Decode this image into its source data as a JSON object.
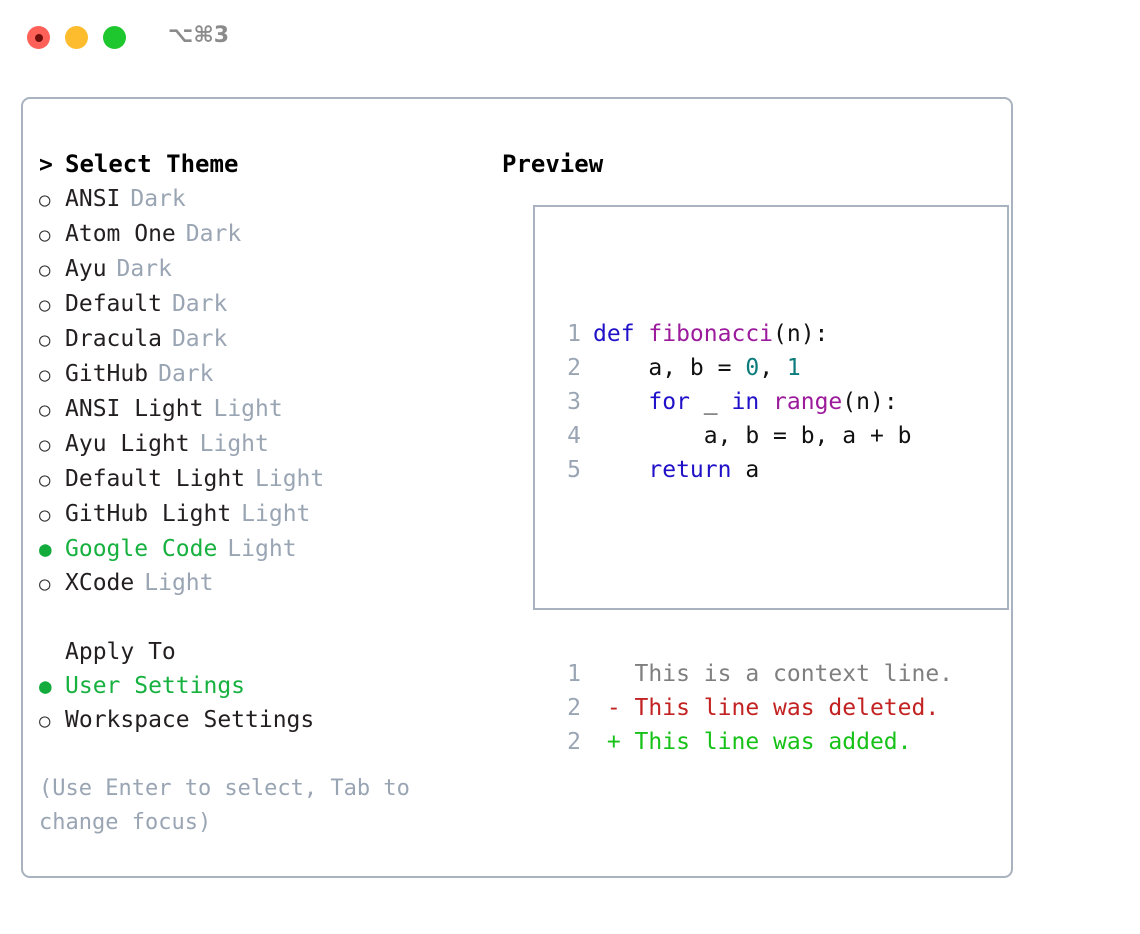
{
  "titlebar": {
    "shortcut": "⌥⌘3",
    "buttons": [
      {
        "name": "close",
        "color": "#ff6058"
      },
      {
        "name": "minimize",
        "color": "#fdbc2d"
      },
      {
        "name": "maximize",
        "color": "#1fc72e"
      }
    ]
  },
  "left": {
    "header": {
      "caret": ">",
      "title": "Select Theme"
    },
    "themes": [
      {
        "marker": "○",
        "name": "ANSI",
        "variant": "Dark",
        "selected": false
      },
      {
        "marker": "○",
        "name": "Atom One",
        "variant": "Dark",
        "selected": false
      },
      {
        "marker": "○",
        "name": "Ayu",
        "variant": "Dark",
        "selected": false
      },
      {
        "marker": "○",
        "name": "Default",
        "variant": "Dark",
        "selected": false
      },
      {
        "marker": "○",
        "name": "Dracula",
        "variant": "Dark",
        "selected": false
      },
      {
        "marker": "○",
        "name": "GitHub",
        "variant": "Dark",
        "selected": false
      },
      {
        "marker": "○",
        "name": "ANSI Light",
        "variant": "Light",
        "selected": false
      },
      {
        "marker": "○",
        "name": "Ayu Light",
        "variant": "Light",
        "selected": false
      },
      {
        "marker": "○",
        "name": "Default Light",
        "variant": "Light",
        "selected": false
      },
      {
        "marker": "○",
        "name": "GitHub Light",
        "variant": "Light",
        "selected": false
      },
      {
        "marker": "●",
        "name": "Google Code",
        "variant": "Light",
        "selected": true
      },
      {
        "marker": "○",
        "name": "XCode",
        "variant": "Light",
        "selected": false
      }
    ],
    "apply_to": {
      "label": "Apply To",
      "options": [
        {
          "marker": "●",
          "name": "User Settings",
          "selected": true
        },
        {
          "marker": "○",
          "name": "Workspace Settings",
          "selected": false
        }
      ]
    },
    "hint": "(Use Enter to select, Tab to change focus)"
  },
  "right": {
    "title": "Preview",
    "code_lines": [
      {
        "num": "1",
        "tokens": [
          {
            "text": "def ",
            "kind": "kw"
          },
          {
            "text": "fibonacci",
            "kind": "fn"
          },
          {
            "text": "(n):",
            "kind": "punc"
          }
        ]
      },
      {
        "num": "2",
        "tokens": [
          {
            "text": "    a, b = ",
            "kind": "def"
          },
          {
            "text": "0",
            "kind": "num"
          },
          {
            "text": ", ",
            "kind": "def"
          },
          {
            "text": "1",
            "kind": "num"
          }
        ]
      },
      {
        "num": "3",
        "tokens": [
          {
            "text": "    ",
            "kind": "def"
          },
          {
            "text": "for",
            "kind": "kw"
          },
          {
            "text": " _ ",
            "kind": "def"
          },
          {
            "text": "in",
            "kind": "kw"
          },
          {
            "text": " ",
            "kind": "def"
          },
          {
            "text": "range",
            "kind": "fn"
          },
          {
            "text": "(n):",
            "kind": "punc"
          }
        ]
      },
      {
        "num": "4",
        "tokens": [
          {
            "text": "        a, b = b, a + b",
            "kind": "def"
          }
        ]
      },
      {
        "num": "5",
        "tokens": [
          {
            "text": "    ",
            "kind": "def"
          },
          {
            "text": "return",
            "kind": "kw"
          },
          {
            "text": " a",
            "kind": "def"
          }
        ]
      }
    ],
    "diff_lines": [
      {
        "num": "1",
        "sign": " ",
        "text": "This is a context line.",
        "kind": "ctx"
      },
      {
        "num": "2",
        "sign": "-",
        "text": "This line was deleted.",
        "kind": "del"
      },
      {
        "num": "2",
        "sign": "+",
        "text": "This line was added.",
        "kind": "add"
      }
    ]
  },
  "colors": {
    "accent_green": "#17b13f",
    "muted": "#9aa5b4",
    "border": "#a9b2bf",
    "keyword": "#2011c9",
    "function": "#9c1b9c",
    "number": "#0b7b7b",
    "diff_add": "#17c218",
    "diff_del": "#c32222",
    "diff_ctx": "#7f7f7f"
  }
}
